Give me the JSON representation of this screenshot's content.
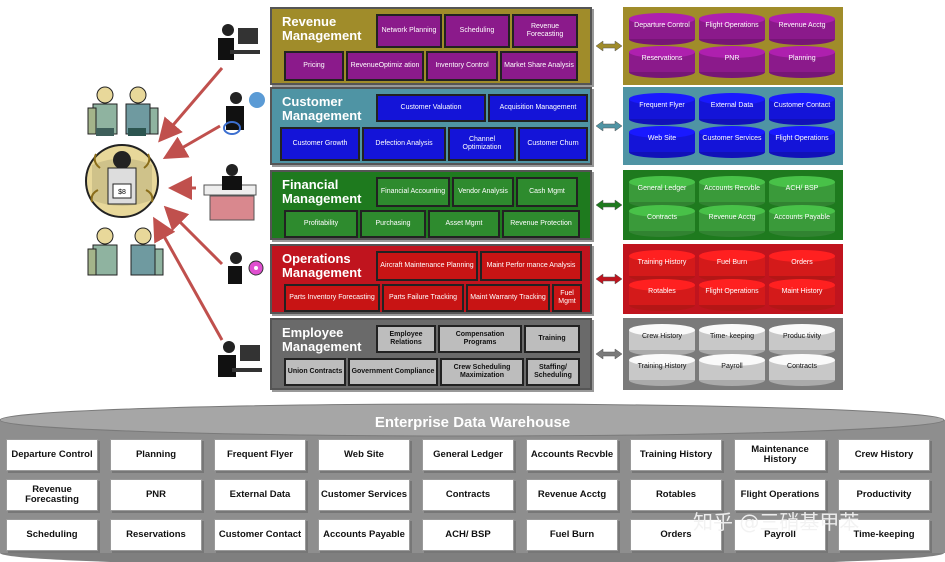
{
  "bands": [
    {
      "id": "revenue",
      "title": "Revenue Management",
      "color": "#a08c2a",
      "module_color": "#8b1a8b",
      "modules": [
        "Network Planning",
        "Scheduling",
        "Revenue Forecasting",
        "Pricing",
        "RevenueOptimiz ation",
        "Inventory Control",
        "Market Share Analysis"
      ],
      "db_color": "#a08c2a",
      "cyl_color": "#8b1a8b",
      "cyl_text_color": "#ffffff",
      "databases": [
        "Departure Control",
        "Flight Operations",
        "Revenue Acctg",
        "Reservations",
        "PNR",
        "Planning"
      ]
    },
    {
      "id": "customer",
      "title": "Customer Management",
      "color": "#4f94a4",
      "module_color": "#1414d8",
      "modules": [
        "Customer Valuation",
        "Acquisition Management",
        "Customer Growth",
        "Defection Analysis",
        "Channel Optimization",
        "Customer Churn"
      ],
      "db_color": "#4f94a4",
      "cyl_color": "#1414d8",
      "cyl_text_color": "#ffffff",
      "databases": [
        "Frequent Flyer",
        "External Data",
        "Customer Contact",
        "Web Site",
        "Customer Services",
        "Flight Operations"
      ]
    },
    {
      "id": "financial",
      "title": "Financial Management",
      "color": "#1e7a1e",
      "module_color": "#2e8b2e",
      "modules": [
        "Financial Accounting",
        "Vendor Analysis",
        "Cash Mgmt",
        "Profitability",
        "Purchasing",
        "Asset Mgmt",
        "Revenue Protection"
      ],
      "db_color": "#1e7a1e",
      "cyl_color": "#3a9a3a",
      "cyl_text_color": "#ffffff",
      "databases": [
        "General Ledger",
        "Accounts Recvble",
        "ACH/ BSP",
        "Contracts",
        "Revenue Acctg",
        "Accounts Payable"
      ]
    },
    {
      "id": "operations",
      "title": "Operations Management",
      "color": "#c0141e",
      "module_color": "#c81414",
      "modules": [
        "Aircraft Maintenance Planning",
        "Maint Perfor mance Analysis",
        "Parts Inventory Forecasting",
        "Parts Failure Tracking",
        "Maint Warranty Tracking",
        "Fuel Mgmt"
      ],
      "db_color": "#c0141e",
      "cyl_color": "#d41a1a",
      "cyl_text_color": "#ffffff",
      "databases": [
        "Training History",
        "Fuel Burn",
        "Orders",
        "Rotables",
        "Flight Operations",
        "Maint History"
      ]
    },
    {
      "id": "employee",
      "title": "Employee Management",
      "color": "#6a6a6a",
      "module_color": "#bdbdbd",
      "modules": [
        "Employee Relations",
        "Compensation Programs",
        "Training",
        "Union Contracts",
        "Government Compliance",
        "Crew Scheduling Maximization",
        "Staffing/ Scheduling"
      ],
      "db_color": "#7a7a7a",
      "cyl_color": "#c8c8c8",
      "cyl_text_color": "#111111",
      "databases": [
        "Crew History",
        "Time- keeping",
        "Produc tivity",
        "Training History",
        "Payroll",
        "Contracts"
      ]
    }
  ],
  "warehouse": {
    "title": "Enterprise Data Warehouse",
    "tiles": [
      [
        "Departure Control",
        "Planning",
        "Frequent Flyer",
        "Web Site",
        "General Ledger",
        "Accounts Recvble",
        "Training History",
        "Maintenance History",
        "Crew History"
      ],
      [
        "Revenue Forecasting",
        "PNR",
        "External Data",
        "Customer Services",
        "Contracts",
        "Revenue Acctg",
        "Rotables",
        "Flight Operations",
        "Productivity"
      ],
      [
        "Scheduling",
        "Reservations",
        "Customer Contact",
        "Accounts Payable",
        "ACH/ BSP",
        "Fuel Burn",
        "Orders",
        "Payroll",
        "Time-keeping"
      ]
    ]
  },
  "executive_sign": "$8",
  "watermark": "知乎 @三硝基甲苯",
  "arrow_color": "#c0504d"
}
